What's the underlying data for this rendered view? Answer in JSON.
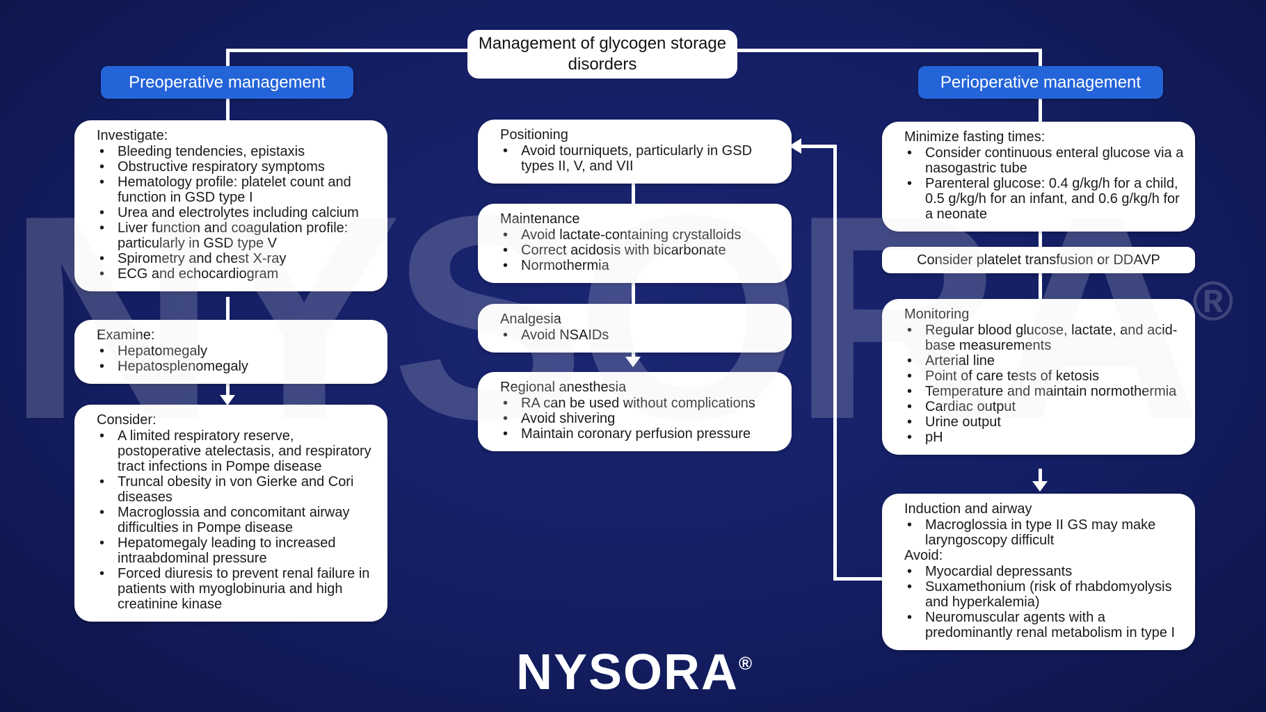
{
  "title": "Management of glycogen storage disorders",
  "colors": {
    "background_navy": "#141e63",
    "accent_blue": "#2464d9",
    "box_white": "#ffffff",
    "text_dark": "#1a1a1a",
    "line_white": "#ffffff"
  },
  "left": {
    "header": "Preoperative management",
    "investigate": {
      "title": "Investigate:",
      "items": [
        "Bleeding tendencies, epistaxis",
        "Obstructive respiratory symptoms",
        "Hematology profile: platelet count and function in GSD type I",
        "Urea and electrolytes including calcium",
        "Liver function and coagulation profile: particularly in GSD type V",
        "Spirometry and chest X-ray",
        "ECG and echocardiogram"
      ]
    },
    "examine": {
      "title": "Examine:",
      "items": [
        "Hepatomegaly",
        "Hepatosplenomegaly"
      ]
    },
    "consider": {
      "title": "Consider:",
      "items": [
        "A limited respiratory reserve, postoperative atelectasis, and respiratory tract infections in Pompe disease",
        "Truncal obesity in von Gierke and Cori diseases",
        "Macroglossia and concomitant airway difficulties in Pompe disease",
        "Hepatomegaly leading to increased intraabdominal pressure",
        "Forced diuresis to prevent renal failure in patients with myoglobinuria and high creatinine kinase"
      ]
    }
  },
  "middle": {
    "positioning": {
      "title": "Positioning",
      "items": [
        "Avoid tourniquets, particularly in GSD types II, V, and VII"
      ]
    },
    "maintenance": {
      "title": "Maintenance",
      "items": [
        "Avoid lactate-containing crystalloids",
        "Correct acidosis with bicarbonate",
        "Normothermia"
      ]
    },
    "analgesia": {
      "title": "Analgesia",
      "items": [
        "Avoid NSAIDs"
      ]
    },
    "regional": {
      "title": "Regional anesthesia",
      "items": [
        "RA can be used without complications",
        "Avoid shivering",
        "Maintain coronary perfusion pressure"
      ]
    }
  },
  "right": {
    "header": "Perioperative management",
    "minimize": {
      "title": "Minimize fasting times:",
      "items": [
        "Consider continuous enteral glucose via a nasogastric tube",
        "Parenteral glucose: 0.4 g/kg/h for a child, 0.5 g/kg/h for an infant, and 0.6 g/kg/h for a neonate"
      ]
    },
    "platelet": {
      "text": "Consider platelet transfusion or DDAVP"
    },
    "monitoring": {
      "title": "Monitoring",
      "items": [
        "Regular blood glucose, lactate, and acid-base measurements",
        "Arterial line",
        "Point of care tests of ketosis",
        "Temperature and maintain normothermia",
        "Cardiac output",
        "Urine output",
        "pH"
      ]
    },
    "induction": {
      "title": "Induction and airway",
      "items": [
        "Macroglossia in type II GS may make laryngoscopy difficult"
      ],
      "subheading": "Avoid:",
      "avoid_items": [
        "Myocardial depressants",
        "Suxamethonium (risk of rhabdomyolysis and hyperkalemia)",
        "Neuromuscular agents with a predominantly renal metabolism in type I"
      ]
    }
  },
  "footer": {
    "logo": "NYSORA",
    "registered": "®"
  },
  "watermark": {
    "text": "NYSORA",
    "registered": "®"
  }
}
